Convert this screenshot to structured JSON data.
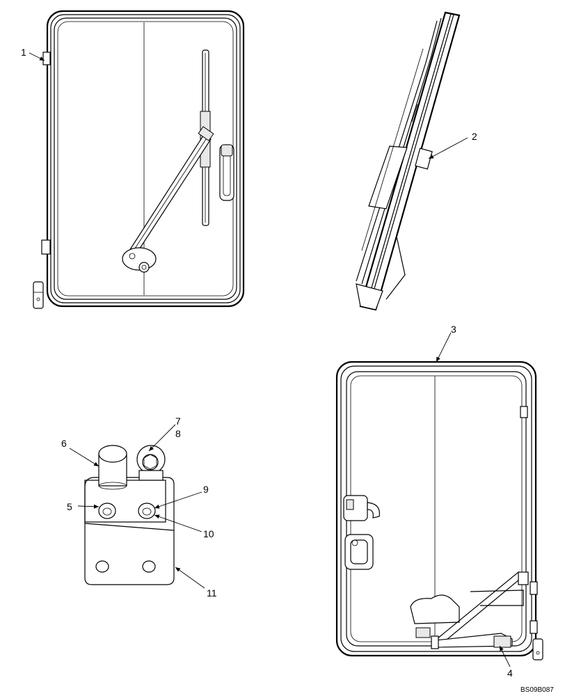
{
  "callouts": {
    "c1": "1",
    "c2": "2",
    "c3": "3",
    "c4": "4",
    "c5": "5",
    "c6": "6",
    "c7": "7",
    "c8": "8",
    "c9": "9",
    "c10": "10",
    "c11": "11"
  },
  "drawing_code": "BS09B087"
}
